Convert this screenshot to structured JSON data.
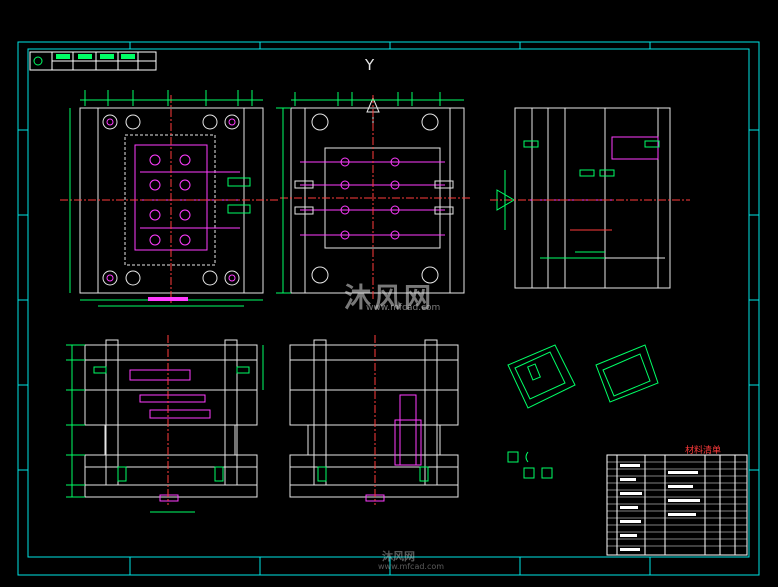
{
  "drawing": {
    "bom_title": "材料清单",
    "view_marker": "Y",
    "watermark_text": "沐风网",
    "watermark_url": "www.mfcad.com",
    "colors": {
      "background": "#000000",
      "frame": "#00e5e5",
      "geometry": "#e6e6e6",
      "dimension": "#00ff66",
      "detail": "#ff3cff",
      "centerline": "#ff3b3b",
      "title_block": "#ffffff"
    }
  }
}
